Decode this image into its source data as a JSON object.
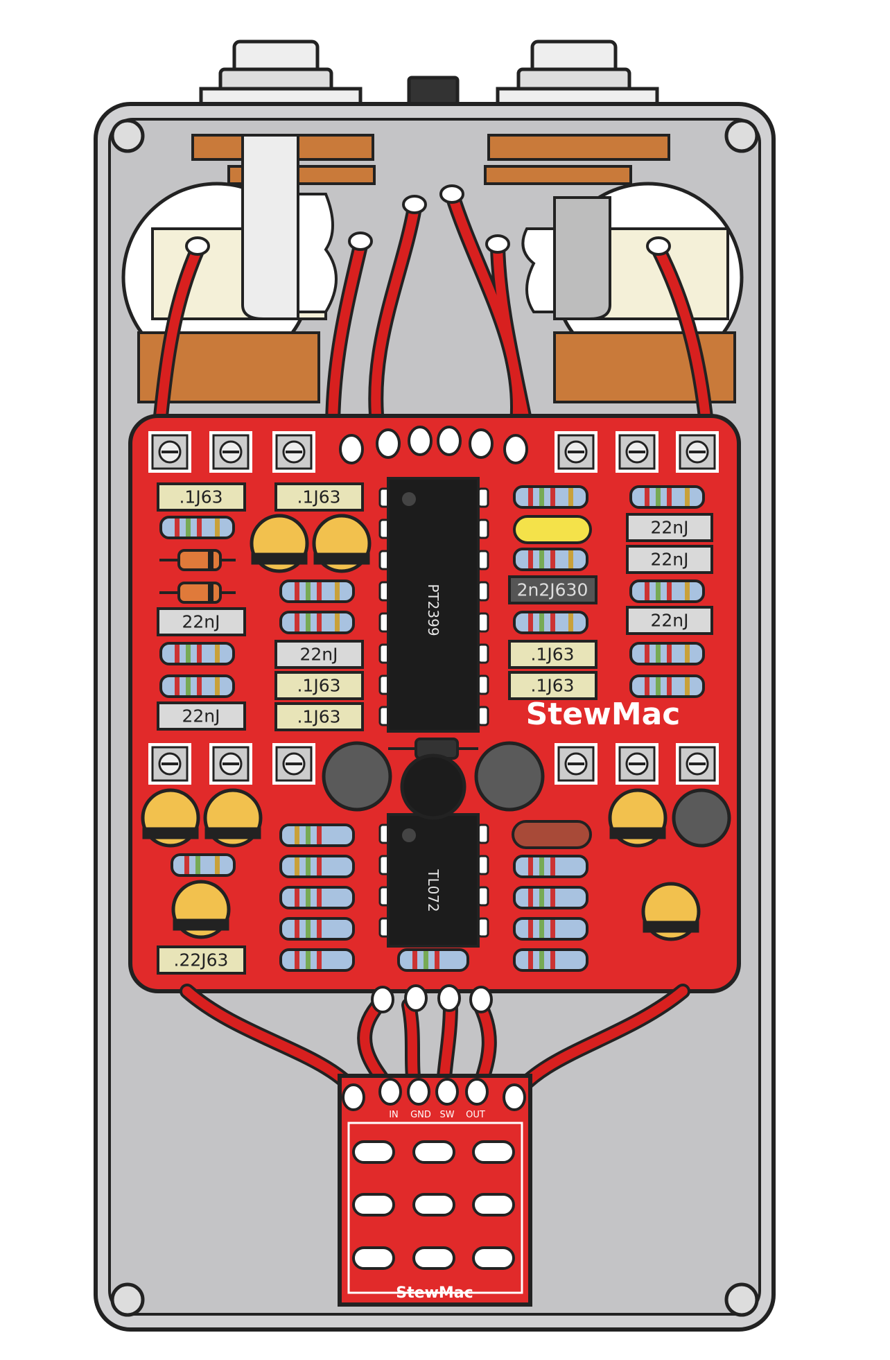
{
  "colors": {
    "board": "#e12a2a",
    "enclosure": "#c8c8ca",
    "wire": "#d8201f",
    "film_cap": "#e8e4b8",
    "ceramic_cap": "#d9d9d9",
    "chip": "#1c1c1c",
    "electrolytic": "#f2c14e",
    "electrolytic_gray": "#5a5a5a"
  },
  "icons": {
    "trimmer": "screw-terminal-icon",
    "pad": "solder-pad-icon",
    "resistor": "resistor-icon",
    "diode": "diode-icon",
    "jack": "audio-jack-icon",
    "pot": "potentiometer-icon",
    "footswitch": "footswitch-icon"
  },
  "board": {
    "brand": "StewMac",
    "ic1": "PT2399",
    "ic2": "TL072",
    "caps_left_top": [
      ".1J63",
      ".1J63"
    ],
    "caps_left": [
      "22nJ",
      "22nJ"
    ],
    "caps_mid": [
      "22nJ",
      ".1J63",
      ".1J63"
    ],
    "caps_right_mid": [
      "2n2J630",
      ".1J63",
      ".1J63"
    ],
    "caps_right": [
      "22nJ",
      "22nJ",
      "22nJ"
    ],
    "cap_bottom": ".22J63"
  },
  "switch_board": {
    "brand": "StewMac",
    "pins": [
      "IN",
      "GND",
      "SW",
      "OUT"
    ]
  }
}
